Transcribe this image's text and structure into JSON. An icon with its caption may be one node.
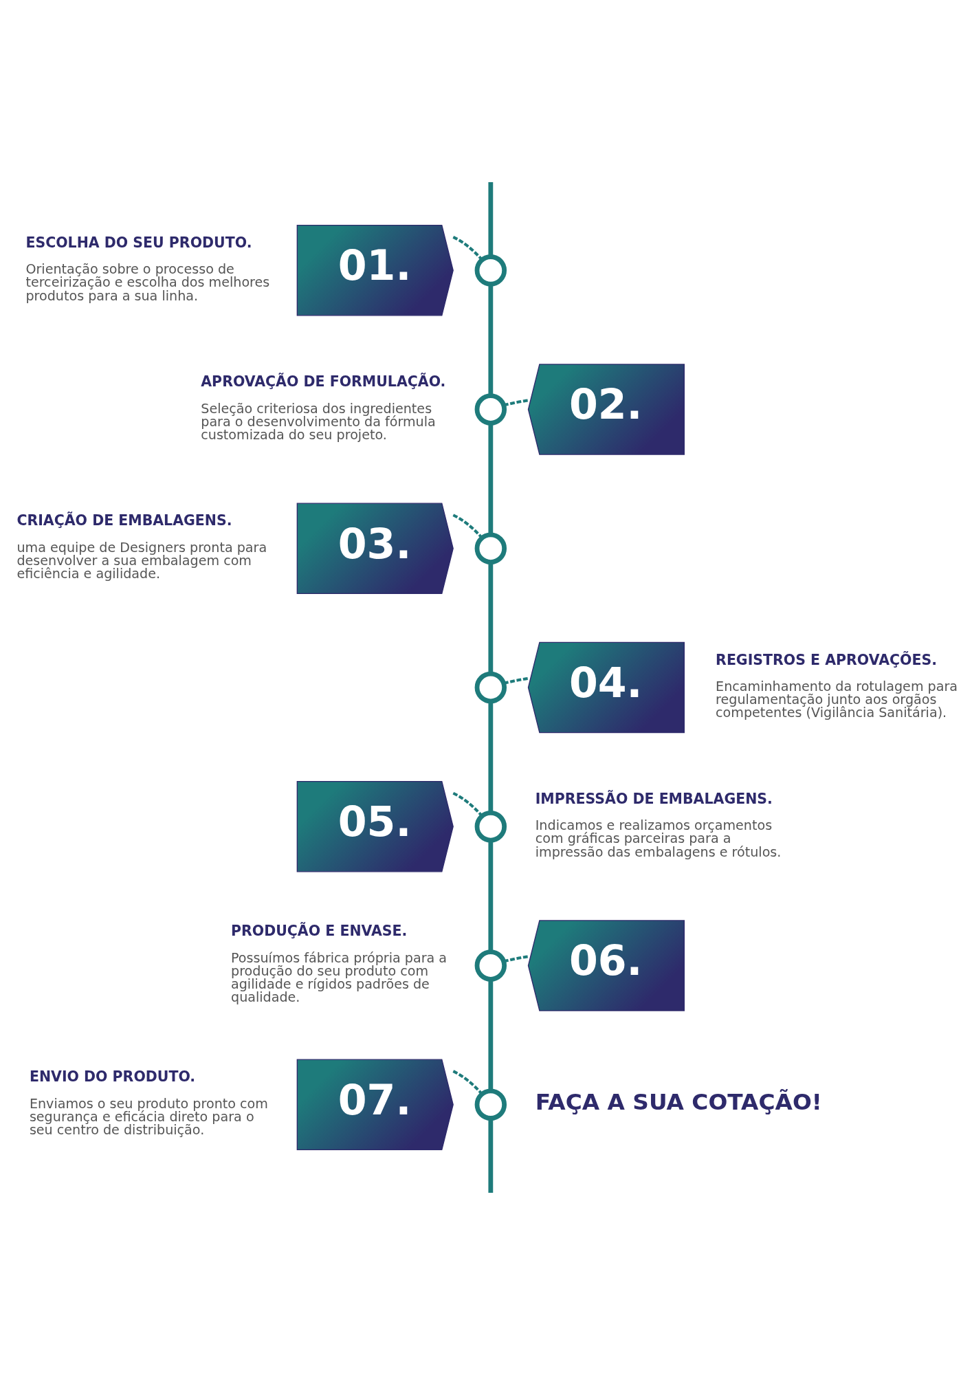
{
  "diagram": {
    "nodes": [
      {
        "text": [
          "01."
        ],
        "beside": [
          "ESCOLHA DO SEU PRODUTO.",
          "Orientação sobre o processo de terceirização e escolha dos melhores produtos para a sua linha."
        ]
      },
      {
        "text": [],
        "shape": "circle"
      },
      {
        "text": [
          "02."
        ],
        "beside": [
          "APROVAÇÃO DE FORMULAÇÃO.",
          "Seleção criteriosa dos ingredientes para o desenvolvimento da fórmula customizada do seu projeto."
        ]
      },
      {
        "text": [],
        "shape": "circle"
      },
      {
        "text": [
          "03."
        ],
        "beside": [
          "CRIAÇÃO DE EMBALAGENS.",
          "uma equipe de Designers pronta para desenvolver a sua embalagem com eficiência e agilidade."
        ]
      },
      {
        "text": [],
        "shape": "circle"
      },
      {
        "text": [
          "04."
        ],
        "beside": [
          "REGISTROS E APROVAÇÕES.",
          "Encaminhamento da rotulagem para regulamentação junto aos orgãos competentes (Vigilância Sanitária)."
        ]
      },
      {
        "text": [],
        "shape": "circle"
      },
      {
        "text": [
          "05."
        ],
        "beside": [
          "IMPRESSÃO DE EMBALAGENS.",
          "Indicamos e realizamos orçamentos com gráficas parceiras para a impressão das embalagens e rótulos."
        ]
      },
      {
        "text": [],
        "shape": "circle"
      },
      {
        "text": [
          "06."
        ],
        "beside": [
          "PRODUÇÃO E ENVASE.",
          "Possuímos fábrica própria para a produção do seu produto com agilidade e rígidos padrões de qualidade."
        ]
      },
      {
        "text": [],
        "shape": "circle"
      },
      {
        "text": [
          "07."
        ],
        "beside": [
          "ENVIO DO PRODUTO.",
          "Enviamos o seu produto pronto com segurança e eficácia direto para o seu centro de distribuição."
        ]
      },
      {
        "text": [],
        "shape": "circle"
      }
    ],
    "edges": [
      {
        "from": null,
        "to": 1,
        "arrow": "none"
      },
      {
        "from": 0,
        "to": 1,
        "arrow": "none",
        "style": "dashed"
      },
      {
        "from": 1,
        "to": 3,
        "arrow": "none"
      },
      {
        "from": 3,
        "to": 2,
        "arrow": "none",
        "style": "dashed"
      },
      {
        "from": 3,
        "to": 5,
        "arrow": "none"
      },
      {
        "from": 4,
        "to": 5,
        "arrow": "none",
        "style": "dashed"
      },
      {
        "from": 5,
        "to": 7,
        "arrow": "none"
      },
      {
        "from": 7,
        "to": 6,
        "arrow": "none",
        "style": "dashed"
      },
      {
        "from": 7,
        "to": 9,
        "arrow": "none"
      },
      {
        "from": 8,
        "to": 9,
        "arrow": "none",
        "style": "dashed"
      },
      {
        "from": 9,
        "to": 11,
        "arrow": "none"
      },
      {
        "from": 11,
        "to": 10,
        "arrow": "none",
        "style": "dashed"
      },
      {
        "from": 11,
        "to": 13,
        "arrow": "none"
      },
      {
        "from": 12,
        "to": 13,
        "arrow": "none",
        "style": "dashed"
      },
      {
        "from": 13,
        "to": null,
        "arrow": "none"
      }
    ],
    "labels": [
      "FAÇA A SUA COTAÇÃO!"
    ]
  }
}
